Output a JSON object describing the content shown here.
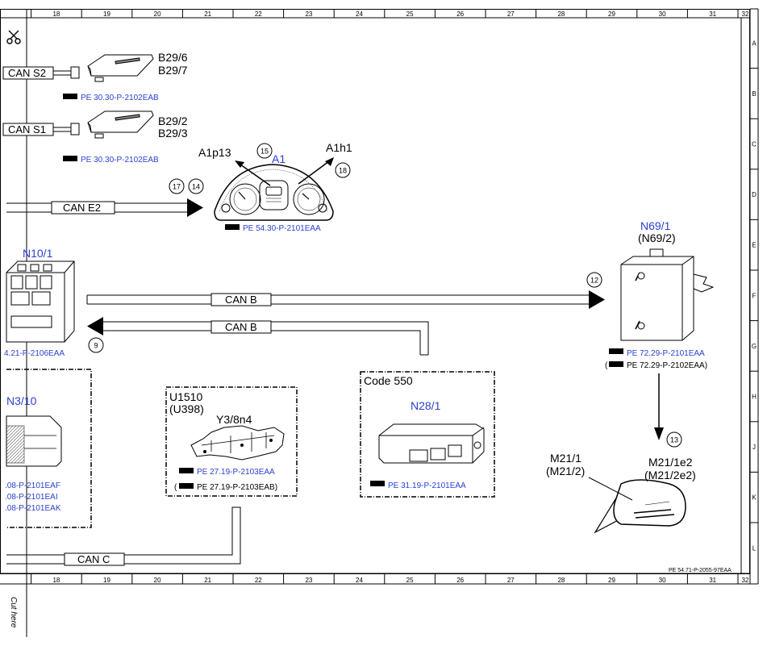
{
  "ruler": {
    "columns": [
      "18",
      "19",
      "20",
      "21",
      "22",
      "23",
      "24",
      "25",
      "26",
      "27",
      "28",
      "29",
      "30",
      "31",
      "32"
    ],
    "rows": [
      "A",
      "B",
      "C",
      "D",
      "E",
      "F",
      "G",
      "H",
      "J",
      "K",
      "L"
    ]
  },
  "cut_label": "Cut here",
  "drawing_ref": "PE 54.71-P-2055-97EAA",
  "components": {
    "b29_6": "B29/6",
    "b29_7": "B29/7",
    "b29_2": "B29/2",
    "b29_3": "B29/3",
    "a1": "A1",
    "a1p13": "A1p13",
    "a1h1": "A1h1",
    "n10_1": "N10/1",
    "n69_1": "N69/1",
    "n69_2": "(N69/2)",
    "n3_10": "N3/10",
    "u1510": "U1510",
    "u398": "(U398)",
    "y3_8n4": "Y3/8n4",
    "code_550": "Code 550",
    "n28_1": "N28/1",
    "m21_1": "M21/1",
    "m21_2": "(M21/2)",
    "m21_1e2": "M21/1e2",
    "m21_2e2": "(M21/2e2)"
  },
  "refs": {
    "b29_a": "PE 30.30-P-2102EAB",
    "b29_b": "PE 30.30-P-2102EAB",
    "a1": "PE 54.30-P-2101EAA",
    "n10": "4.21-P-2106EAA",
    "n69_a": "PE 72.29-P-2101EAA",
    "n69_b": "PE 72.29-P-2102EAA)",
    "n69_b_open": "(",
    "n3_a": ".08-P-2101EAF",
    "n3_b": ".08-P-2101EAI",
    "n3_c": ".08-P-2101EAK",
    "u1510_a": "PE 27.19-P-2103EAA",
    "u1510_b": "PE 27.19-P-2103EAB)",
    "u1510_b_open": "(",
    "n28": "PE 31.19-P-2101EAA"
  },
  "buses": {
    "can_s2": "CAN S2",
    "can_s1": "CAN S1",
    "can_e2": "CAN E2",
    "can_b_1": "CAN B",
    "can_b_2": "CAN B",
    "can_c": "CAN C"
  },
  "callouts": {
    "c9": "9",
    "c12": "12",
    "c13": "13",
    "c14": "14",
    "c15": "15",
    "c17": "17",
    "c18": "18"
  }
}
